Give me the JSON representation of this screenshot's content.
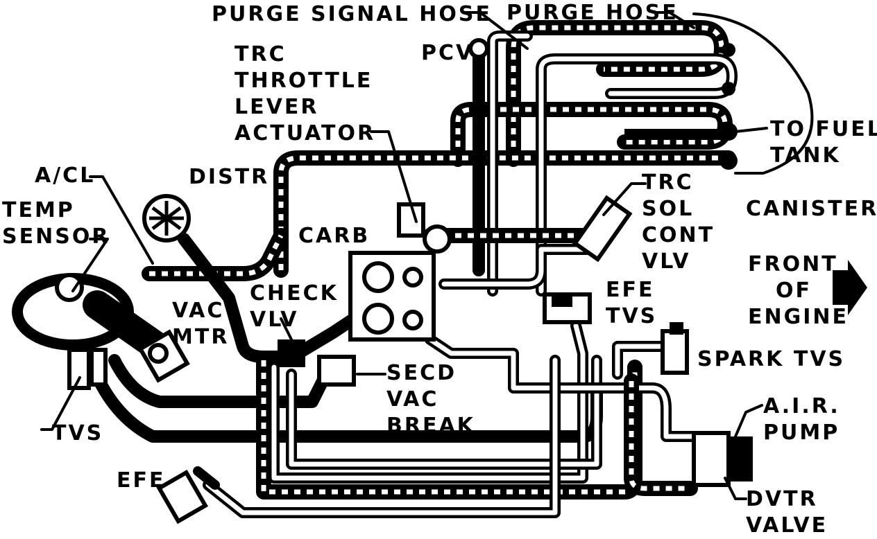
{
  "labels": {
    "purge_signal_hose": "PURGE SIGNAL HOSE",
    "purge_hose": "PURGE HOSE",
    "pcv": "PCV",
    "trc_throttle_lever_actuator": [
      "TRC",
      "THROTTLE",
      "LEVER",
      "ACTUATOR"
    ],
    "to_fuel_tank": [
      "TO FUEL",
      "TANK"
    ],
    "distr": "DISTR",
    "a_cl": "A/CL",
    "temp_sensor": [
      "TEMP",
      "SENSOR"
    ],
    "trc_sol_cont_vlv": [
      "TRC",
      "SOL",
      "CONT",
      "VLV"
    ],
    "canister": "CANISTER",
    "carb": "CARB",
    "front_of_engine": [
      "FRONT",
      "OF",
      "ENGINE"
    ],
    "check_vlv": [
      "CHECK",
      "VLV"
    ],
    "vac_mtr": [
      "VAC",
      "MTR"
    ],
    "efe_tvs": [
      "EFE",
      "TVS"
    ],
    "spark_tvs": "SPARK TVS",
    "secd_vac_break": [
      "SECD",
      "VAC",
      "BREAK"
    ],
    "tvs": "TVS",
    "air_pump": [
      "A.I.R.",
      "PUMP"
    ],
    "efe": "EFE",
    "dvtr_valve": [
      "DVTR",
      "VALVE"
    ]
  },
  "icons": {
    "front_arrow": "right-arrow-icon"
  }
}
